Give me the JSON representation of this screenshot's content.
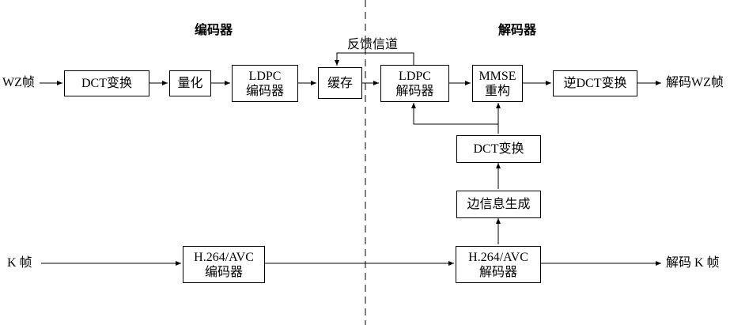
{
  "headings": {
    "encoder": "编码器",
    "decoder": "解码器"
  },
  "inputs": {
    "wz_frame": "WZ帧",
    "k_frame": "K 帧"
  },
  "outputs": {
    "decoded_wz": "解码WZ帧",
    "decoded_k": "解码 K 帧"
  },
  "feedback_label": "反馈信道",
  "blocks": {
    "dct": [
      "DCT变换"
    ],
    "quantize": [
      "量化"
    ],
    "ldpc_encoder": [
      "LDPC",
      "编码器"
    ],
    "buffer": [
      "缓存"
    ],
    "ldpc_decoder": [
      "LDPC",
      "解码器"
    ],
    "mmse": [
      "MMSE",
      "重构"
    ],
    "idct": [
      "逆DCT变换"
    ],
    "dct_side": [
      "DCT变换"
    ],
    "side_info": [
      "边信息生成"
    ],
    "h264_encoder": [
      "H.264/AVC",
      "编码器"
    ],
    "h264_decoder": [
      "H.264/AVC",
      "解码器"
    ]
  },
  "colors": {
    "line": "#000000",
    "background": "#ffffff"
  }
}
